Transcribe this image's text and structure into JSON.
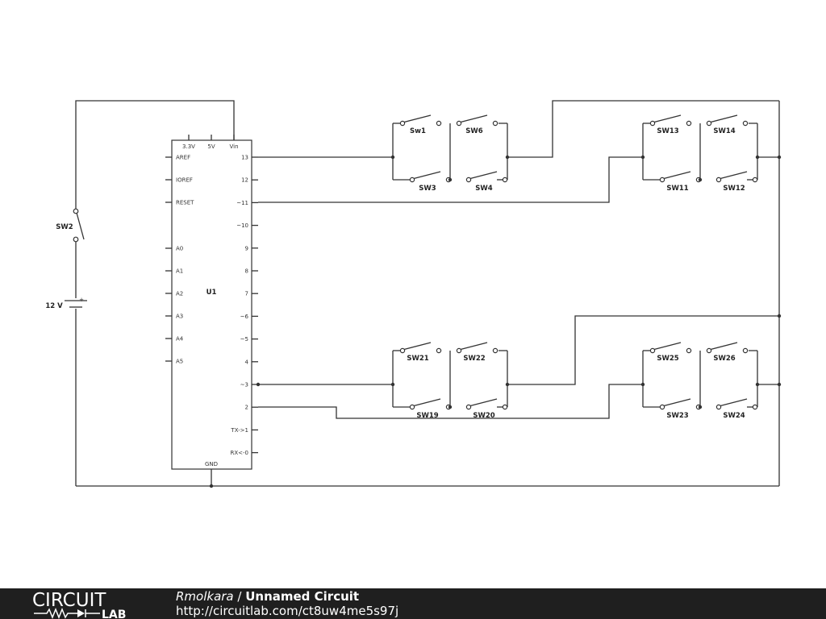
{
  "diagram": {
    "mcu": {
      "ref": "U1",
      "top_pins": [
        "3.3V",
        "5V",
        "Vin"
      ],
      "left_pins": [
        "AREF",
        "IOREF",
        "RESET",
        "A0",
        "A1",
        "A2",
        "A3",
        "A4",
        "A5"
      ],
      "right_pins": [
        "13",
        "12",
        "~11",
        "~10",
        "9",
        "8",
        "7",
        "~6",
        "~5",
        "4",
        "~3",
        "2",
        "TX->1",
        "RX<-0"
      ],
      "bottom_pin": "GND"
    },
    "battery": {
      "label": "12 V",
      "polarity": "+"
    },
    "power_switch": {
      "label": "SW2"
    },
    "switch_groups": [
      {
        "top": [
          "Sw1",
          "SW6"
        ],
        "bottom": [
          "SW3",
          "SW4"
        ]
      },
      {
        "top": [
          "SW13",
          "SW14"
        ],
        "bottom": [
          "SW11",
          "SW12"
        ]
      },
      {
        "top": [
          "SW21",
          "SW22"
        ],
        "bottom": [
          "SW19",
          "SW20"
        ]
      },
      {
        "top": [
          "SW25",
          "SW26"
        ],
        "bottom": [
          "SW23",
          "SW24"
        ]
      }
    ]
  },
  "footer": {
    "logo_top": "CIRCUIT",
    "logo_bottom": "LAB",
    "author": "Rmolkara",
    "separator": " / ",
    "circuit_name": "Unnamed Circuit",
    "url": "http://circuitlab.com/ct8uw4me5s97j"
  }
}
